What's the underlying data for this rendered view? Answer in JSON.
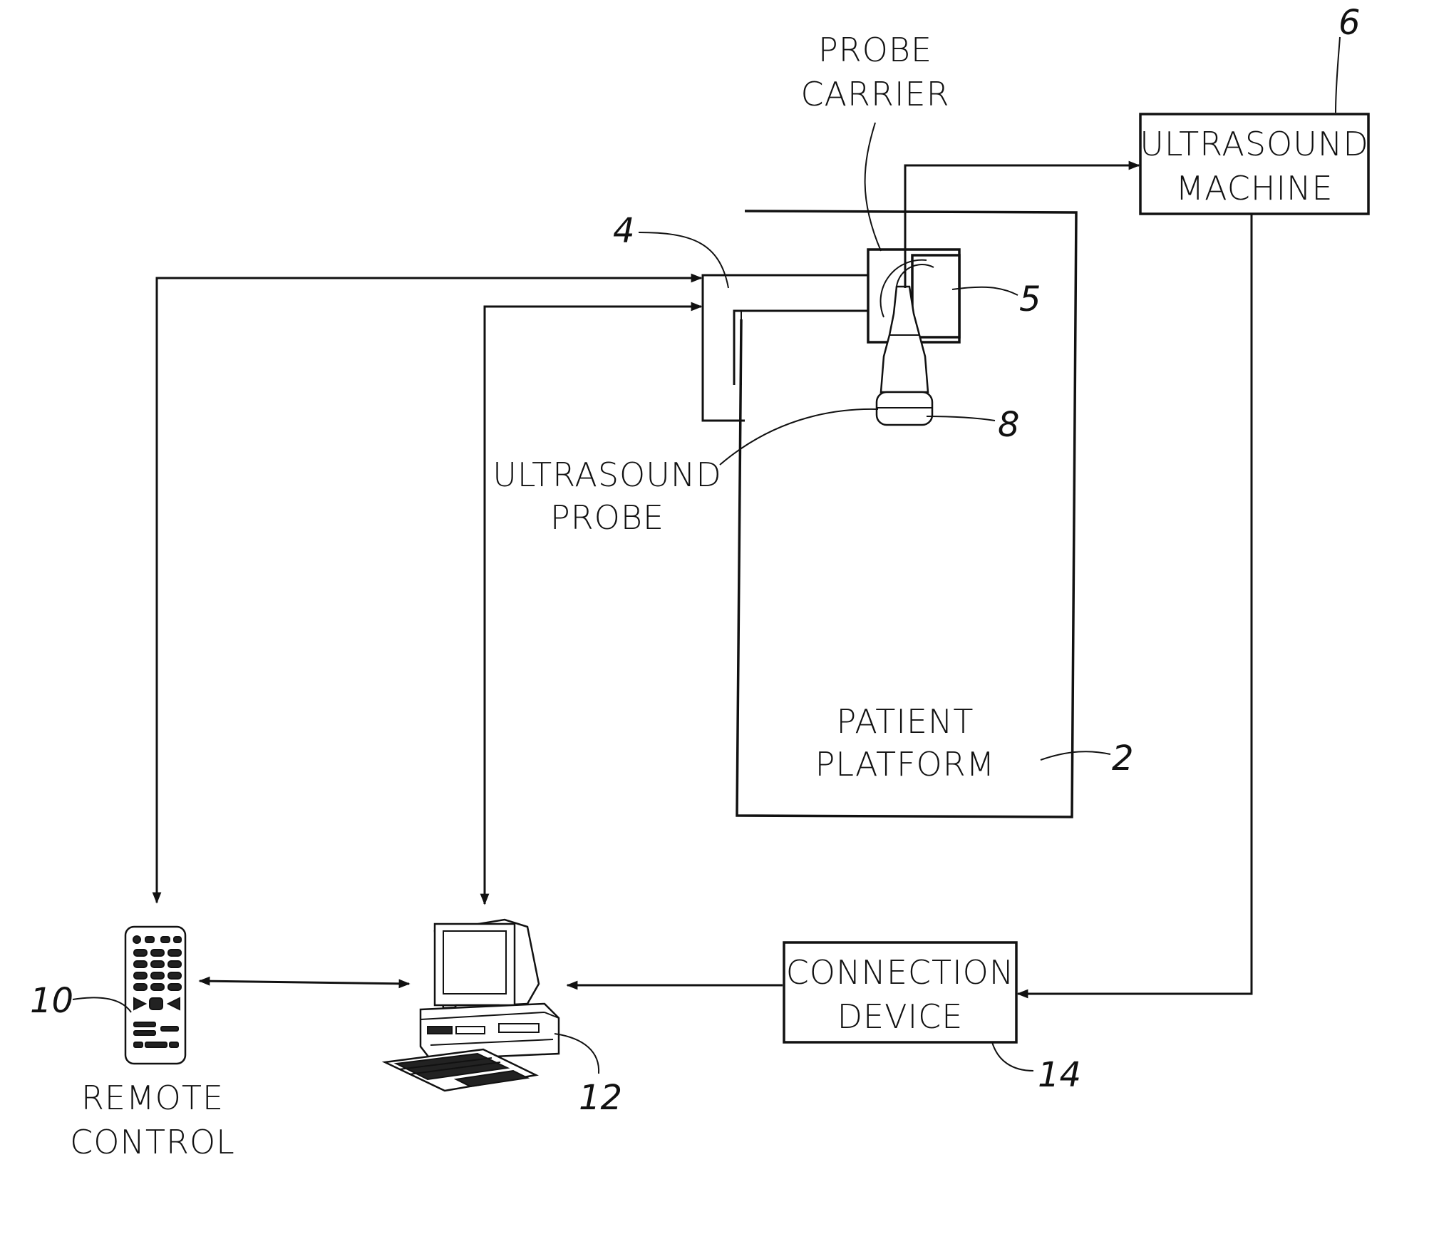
{
  "labels": {
    "probe_carrier": [
      "PROBE",
      "CARRIER"
    ],
    "ultrasound_machine": [
      "ULTRASOUND",
      "MACHINE"
    ],
    "ultrasound_probe": [
      "ULTRASOUND",
      "PROBE"
    ],
    "patient_platform": [
      "PATIENT",
      "PLATFORM"
    ],
    "connection_device": [
      "CONNECTION",
      "DEVICE"
    ],
    "remote_control": [
      "REMOTE",
      "CONTROL"
    ]
  },
  "refs": {
    "patient_platform": "2",
    "arm": "4",
    "probe_carrier_unit": "5",
    "ultrasound_machine": "6",
    "ultrasound_probe": "8",
    "remote_control": "10",
    "computer": "12",
    "connection_device": "14"
  }
}
